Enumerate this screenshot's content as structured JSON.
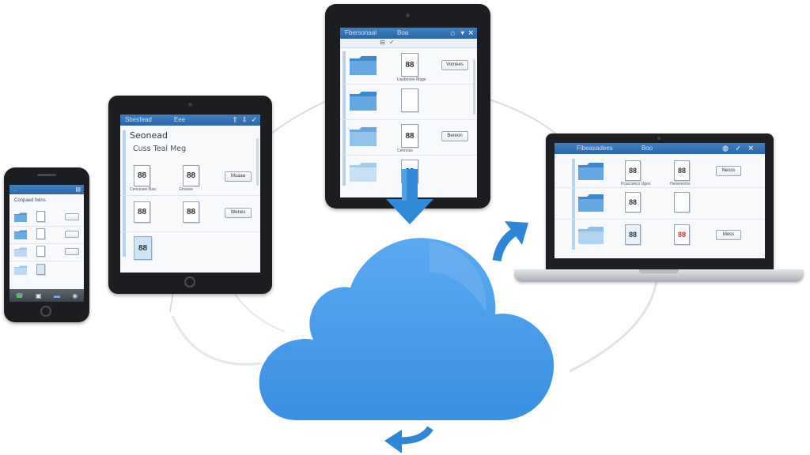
{
  "colors": {
    "cloud": "#3f95e8",
    "cloud_highlight": "#78b9f3",
    "arrow": "#2e86d6",
    "app_bar": "#3572b4",
    "device_frame": "#1d1f22",
    "laptop_body": "#c9ccd0",
    "orbit_ring": "#d9dadc"
  },
  "icons": [
    "cloud-icon",
    "sync-arrow-icon",
    "folder-icon",
    "document-icon",
    "home-button-icon"
  ],
  "phone": {
    "app_bar": {
      "title": "..",
      "action": "▤"
    },
    "subtitle": "Conpaed fwins",
    "rows": [
      {
        "doc_label": "",
        "button": ""
      },
      {
        "doc_label": "",
        "button": ""
      },
      {
        "doc_label": "",
        "button": ""
      },
      {
        "doc_label": "",
        "button": ""
      }
    ],
    "dock": [
      "☎",
      "▣",
      "▬",
      "◉"
    ]
  },
  "tablet_left": {
    "app_bar": {
      "title": "Sbesfead",
      "tab": "Eee",
      "actions": [
        "⇧",
        "⇩",
        "✓"
      ]
    },
    "heading": "Seonead",
    "subheading": "Cuss Teal Meg",
    "rows": [
      {
        "doc1": "88",
        "doc1_caption": "Cencesee Baa",
        "doc2": "88",
        "doc2_caption": "Ghonee",
        "button": "Msaaa"
      },
      {
        "doc1": "88",
        "doc2": "88",
        "button": "Wenes"
      },
      {
        "doc1": "88"
      }
    ]
  },
  "tablet_top": {
    "app_bar": {
      "title": "Fbersonaal",
      "tab": "Boa",
      "actions": [
        "⌂",
        "▾",
        "✕"
      ]
    },
    "toolbar": [
      "⊟",
      "✓"
    ],
    "rows": [
      {
        "doc": "88",
        "caption": "Uasbonee Mage",
        "button": "Vomees"
      },
      {
        "doc": "",
        "button": ""
      },
      {
        "doc": "88",
        "caption": "Cennoss",
        "button": "Bereon"
      },
      {
        "doc": "88",
        "button": ""
      }
    ]
  },
  "laptop": {
    "app_bar": {
      "title": "Fibeasadees",
      "tab": "Boo",
      "actions": [
        "◍",
        "✓",
        "✕"
      ]
    },
    "rows": [
      {
        "doc1": "88",
        "doc1_caption": "Pcacceecs Uges",
        "doc2": "88",
        "doc2_caption": "Heneresms",
        "button": "Nesss"
      },
      {
        "doc1": "88",
        "doc2": "",
        "button": ""
      },
      {
        "doc1": "88",
        "doc2": "88",
        "button": "Mess"
      }
    ]
  }
}
